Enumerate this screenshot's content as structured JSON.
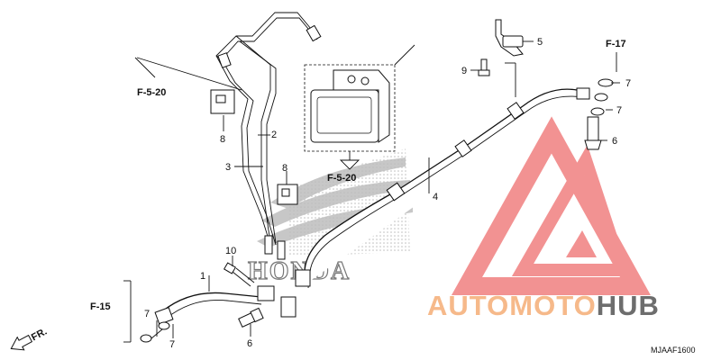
{
  "callouts": [
    {
      "id": "c1",
      "text": "1"
    },
    {
      "id": "c2",
      "text": "2"
    },
    {
      "id": "c3",
      "text": "3"
    },
    {
      "id": "c4",
      "text": "4"
    },
    {
      "id": "c5",
      "text": "5"
    },
    {
      "id": "c6a",
      "text": "6"
    },
    {
      "id": "c6b",
      "text": "6"
    },
    {
      "id": "c7a",
      "text": "7"
    },
    {
      "id": "c7b",
      "text": "7"
    },
    {
      "id": "c7c",
      "text": "7"
    },
    {
      "id": "c7d",
      "text": "7"
    },
    {
      "id": "c8a",
      "text": "8"
    },
    {
      "id": "c8b",
      "text": "8"
    },
    {
      "id": "c9",
      "text": "9"
    },
    {
      "id": "c10",
      "text": "10"
    }
  ],
  "references": {
    "f520_top": "F-5-20",
    "f520_mid": "F-5-20",
    "f17": "F-17",
    "f15": "F-15"
  },
  "direction": "FR.",
  "diagram_code": "MJAAF1600",
  "brand_emblem": "HONDA",
  "watermark": {
    "part1": "AUTO",
    "part2": "MOTO",
    "part3": "HUB",
    "color_light": "#f6b98a",
    "color_dark": "#6d6d6d",
    "logo_color": "#f08080"
  }
}
